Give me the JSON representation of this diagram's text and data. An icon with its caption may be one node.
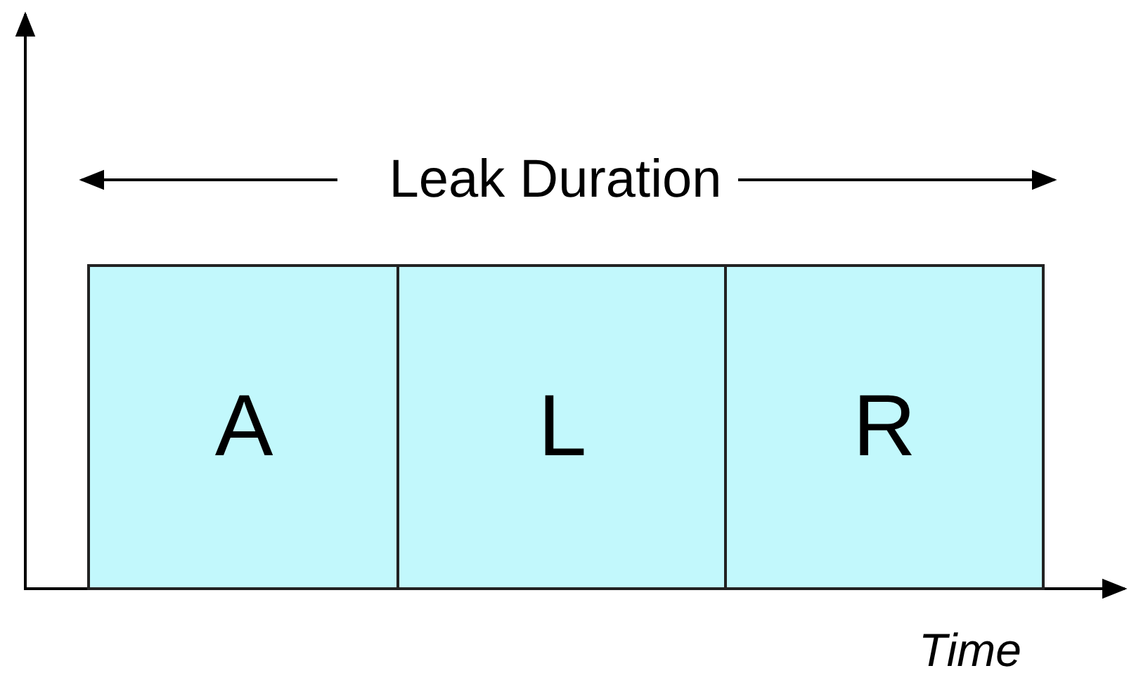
{
  "diagram": {
    "nodes": [
      {
        "text": [
          "A"
        ]
      },
      {
        "text": [
          "L"
        ]
      },
      {
        "text": [
          "R"
        ]
      }
    ],
    "labels": [
      "Leak Duration",
      "Time"
    ]
  }
}
